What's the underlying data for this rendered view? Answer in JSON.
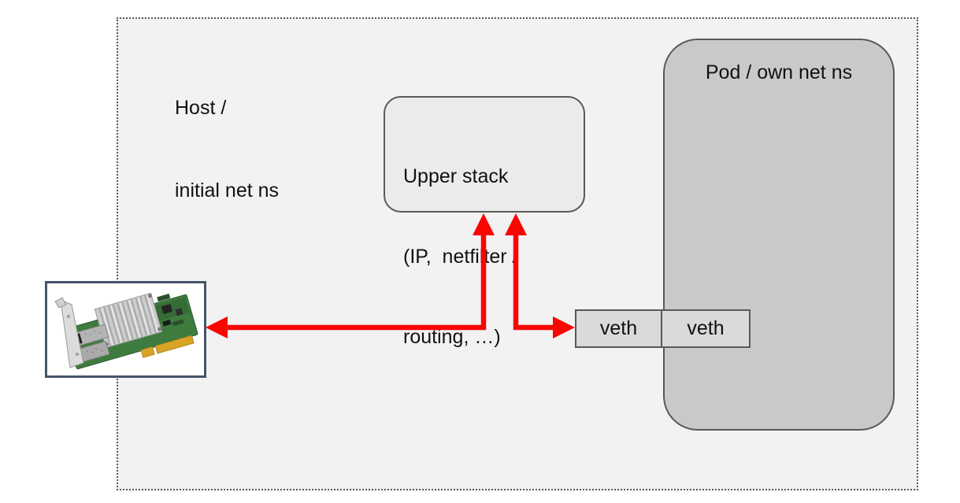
{
  "colors": {
    "arrow_red": "#fa0500",
    "host_fill": "#f2f2f2",
    "pod_fill": "#c9c9c9",
    "upper_stack_fill": "#ebebeb",
    "veth_fill": "#dadada",
    "border_gray": "#595959",
    "nic_frame_border": "#44546a",
    "text_color": "#111111"
  },
  "host": {
    "line1": "Host /",
    "line2": "initial net ns"
  },
  "upper_stack": {
    "line1": "Upper stack",
    "line2": "(IP,  netfilter /",
    "line3": "routing, …)"
  },
  "pod": {
    "label": "Pod / own net ns"
  },
  "veth": {
    "host_side_label": "veth",
    "pod_side_label": "veth"
  },
  "nic": {
    "icon": "dual-port-sfp-nic-photo"
  },
  "arrows": [
    {
      "name": "nic-upper-stack-arrow",
      "style": "red-double-headed-elbow"
    },
    {
      "name": "upper-stack-veth-arrow",
      "style": "red-double-headed-elbow"
    }
  ]
}
